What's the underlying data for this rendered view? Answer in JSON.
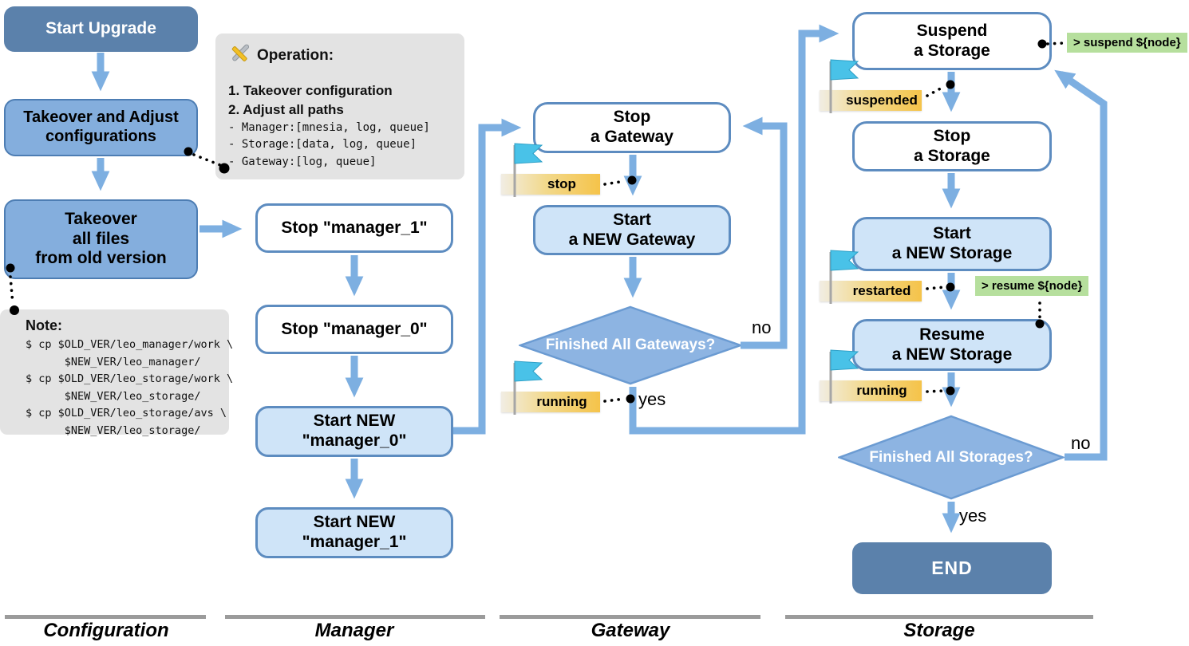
{
  "colors": {
    "dark_blue": "#5b81ab",
    "medium_blue": "#84aedd",
    "light_blue": "#cfe4f8",
    "box_border": "#5d8cc0",
    "arrow": "#7dafe1",
    "note_bg": "#e3e3e3",
    "flag_amber": "#f5c34a",
    "badge_green": "#b6df9d",
    "diamond": "#8db4e2"
  },
  "lanes": {
    "configuration": "Configuration",
    "manager": "Manager",
    "gateway": "Gateway",
    "storage": "Storage"
  },
  "configuration": {
    "start": "Start Upgrade",
    "takeover_adjust": "Takeover and Adjust\nconfigurations",
    "takeover_files": "Takeover\nall files\nfrom old version",
    "operation_note": {
      "title": "Operation:",
      "steps": [
        "1. Takeover configuration",
        "2. Adjust all paths"
      ],
      "paths": [
        "- Manager:[mnesia, log, queue]",
        "- Storage:[data, log, queue]",
        "- Gateway:[log, queue]"
      ]
    },
    "note": {
      "title": "Note:",
      "lines": [
        "$ cp $OLD_VER/leo_manager/work \\",
        "      $NEW_VER/leo_manager/",
        "$ cp $OLD_VER/leo_storage/work \\",
        "      $NEW_VER/leo_storage/",
        "$ cp $OLD_VER/leo_storage/avs \\",
        "      $NEW_VER/leo_storage/"
      ]
    }
  },
  "manager": {
    "stop_manager_1": "Stop \"manager_1\"",
    "stop_manager_0": "Stop \"manager_0\"",
    "start_new_manager_0": "Start NEW\n\"manager_0\"",
    "start_new_manager_1": "Start NEW\n\"manager_1\""
  },
  "gateway": {
    "stop_gateway": "Stop\na Gateway",
    "start_new_gateway": "Start\na NEW Gateway",
    "decision": "Finished All Gateways?",
    "flag_stop": "stop",
    "flag_running": "running",
    "label_yes": "yes",
    "label_no": "no"
  },
  "storage": {
    "suspend": "Suspend\na Storage",
    "stop": "Stop\na Storage",
    "start_new": "Start\na NEW Storage",
    "resume": "Resume\na NEW Storage",
    "decision": "Finished All Storages?",
    "end": "END",
    "flag_suspended": "suspended",
    "flag_restarted": "restarted",
    "flag_running": "running",
    "badge_suspend": "> suspend ${node}",
    "badge_resume": "> resume ${node}",
    "label_yes": "yes",
    "label_no": "no"
  }
}
